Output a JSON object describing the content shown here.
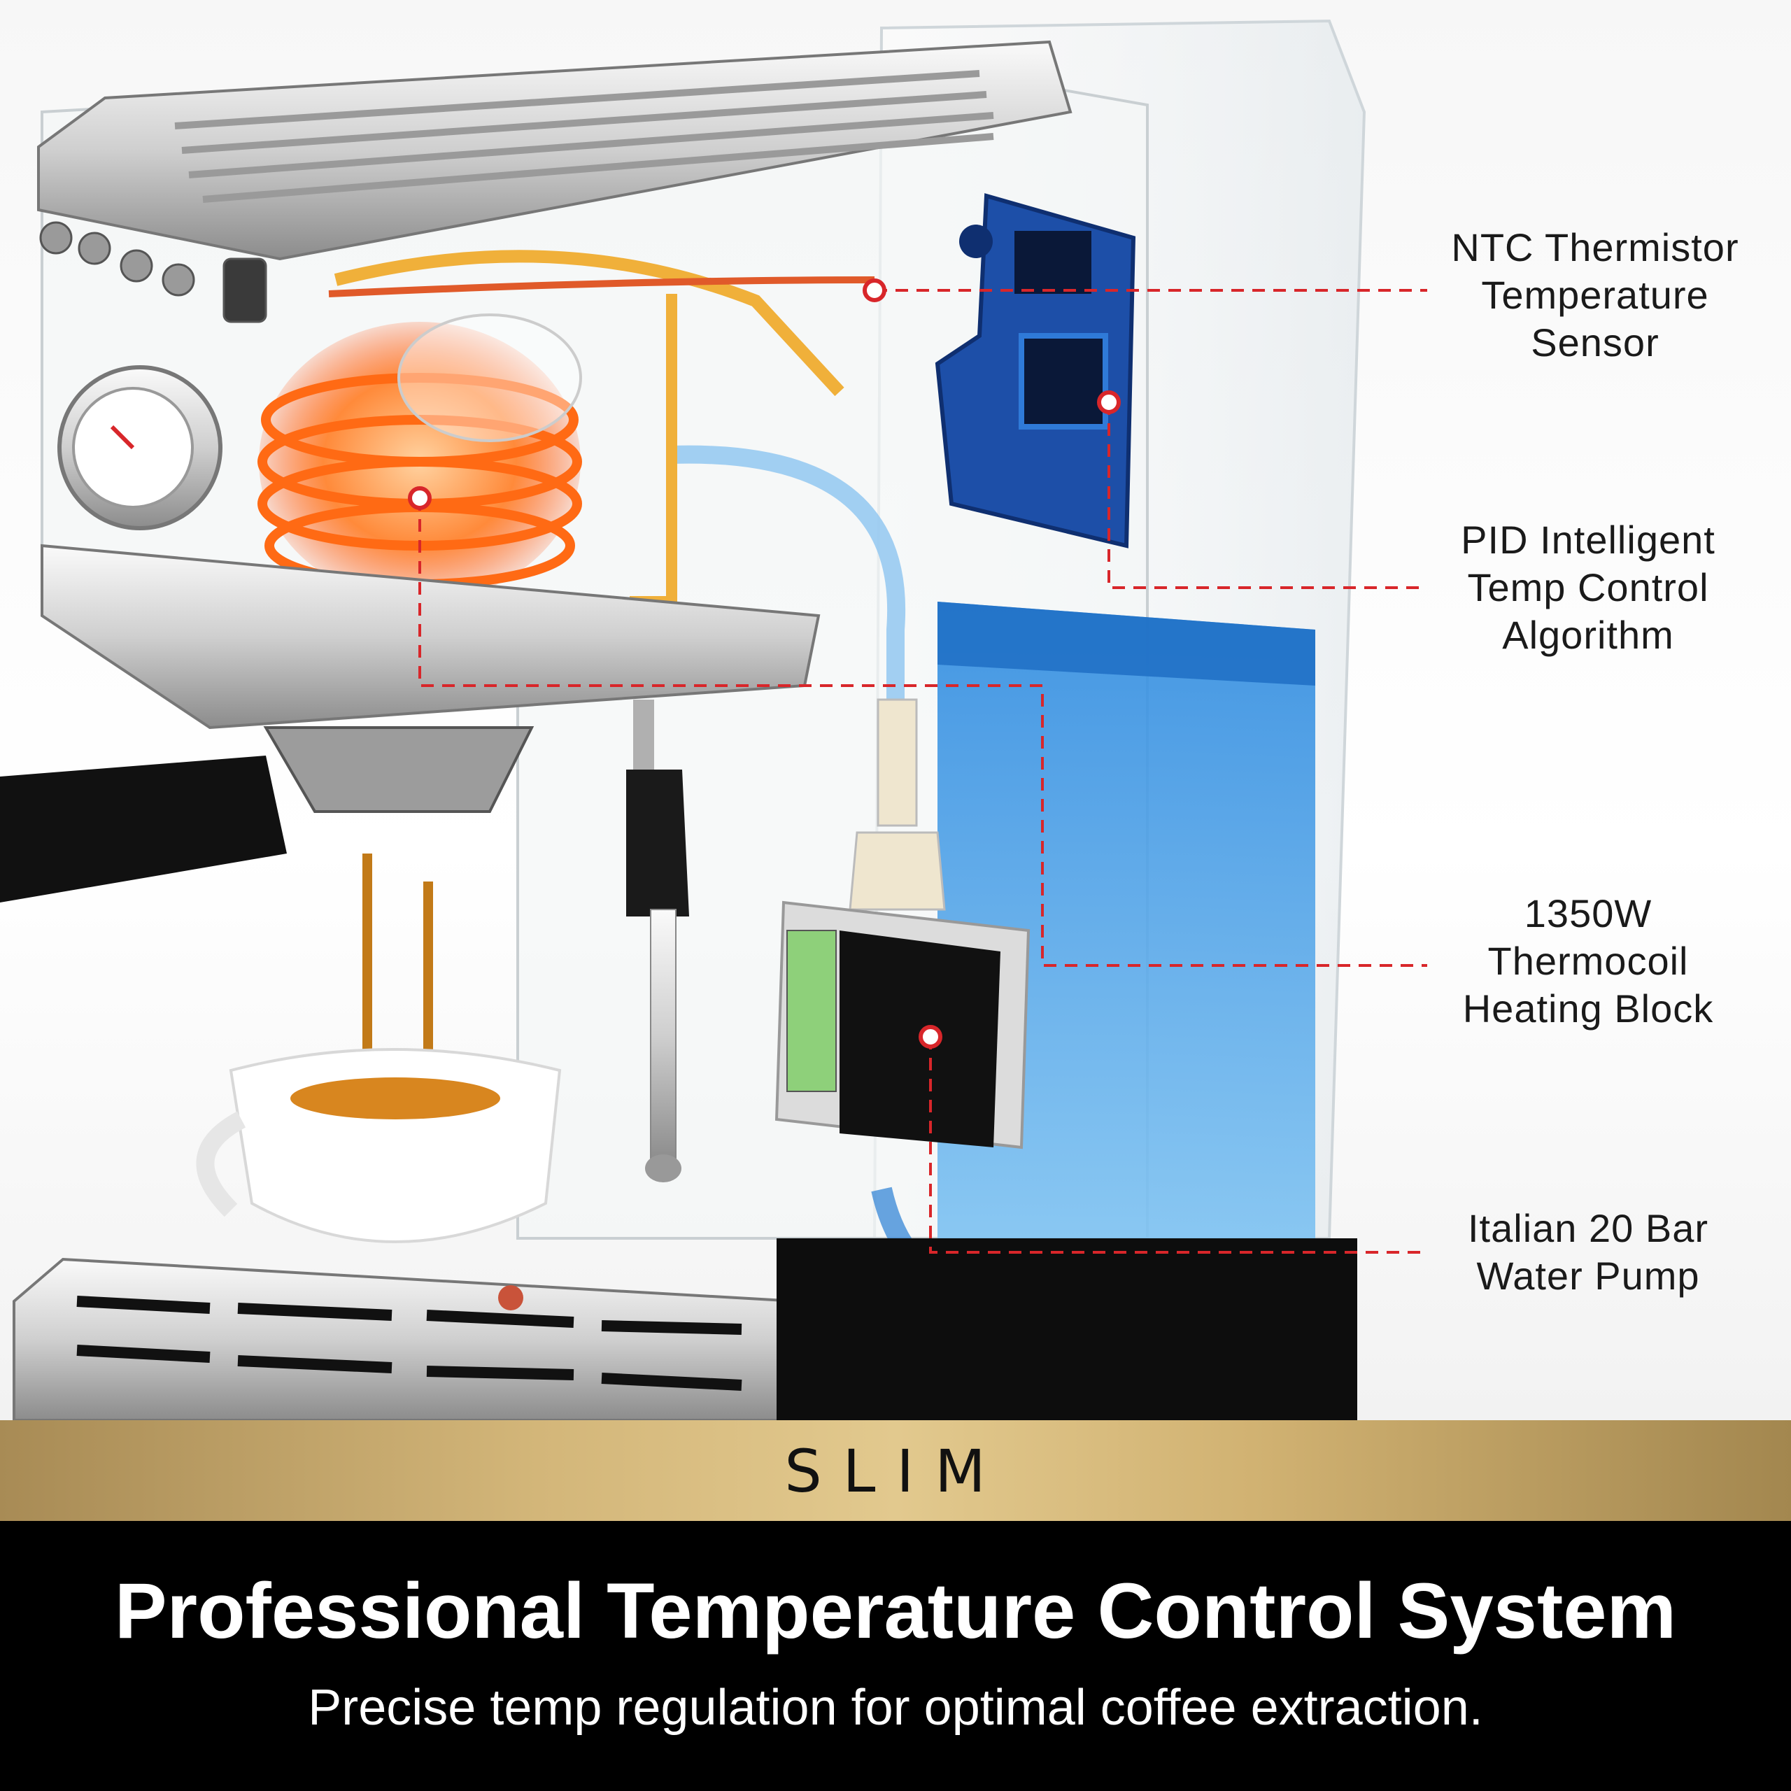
{
  "callouts": [
    {
      "id": "ntc",
      "lines": [
        "NTC Thermistor",
        "Temperature",
        "Sensor"
      ]
    },
    {
      "id": "pid",
      "lines": [
        "PID Intelligent",
        "Temp Control",
        "Algorithm"
      ]
    },
    {
      "id": "heating",
      "lines": [
        "1350W",
        "Thermocoil",
        "Heating Block"
      ]
    },
    {
      "id": "pump",
      "lines": [
        "Italian 20 Bar",
        "Water Pump"
      ]
    }
  ],
  "brand": {
    "logo_text": "SLIM"
  },
  "footer": {
    "title": "Professional Temperature Control System",
    "subtitle": "Precise temp regulation for optimal coffee extraction."
  },
  "colors": {
    "leader_line": "#d8262a",
    "band_gold": "#d3b679",
    "footer_bg": "#000000",
    "water": "#3a8fd8",
    "heating": "#ff7a1a"
  },
  "icons": [
    "pressure-gauge-icon",
    "control-knob-icon",
    "circuit-board-icon",
    "water-pump-icon",
    "coffee-cup-icon"
  ]
}
